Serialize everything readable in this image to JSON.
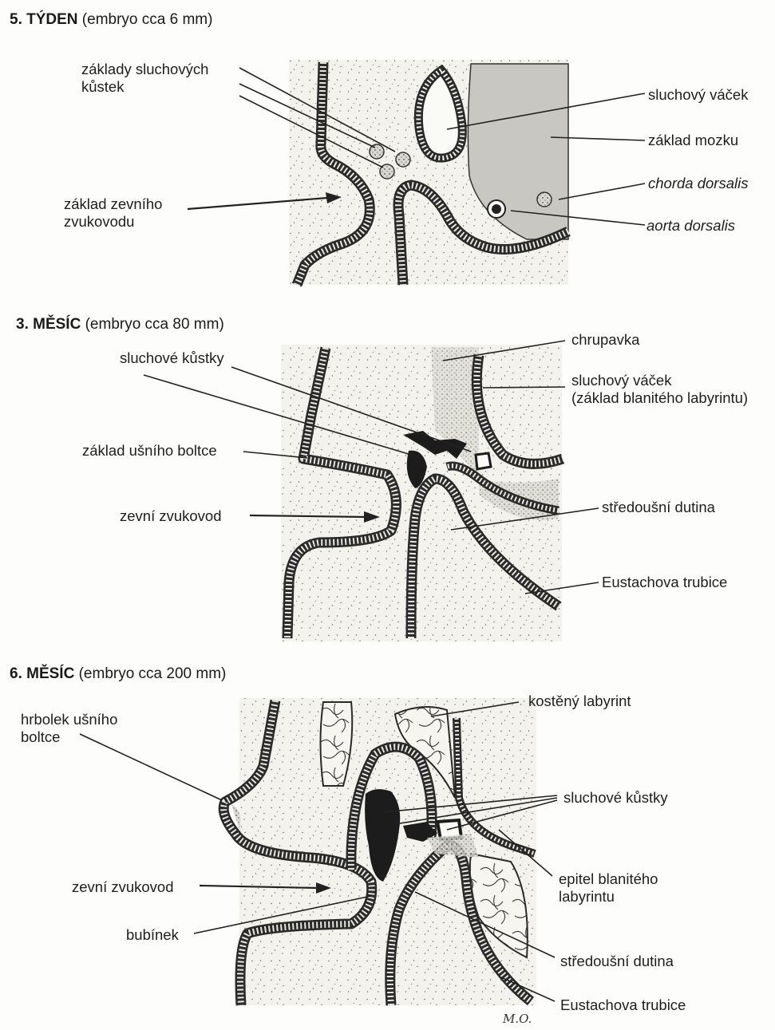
{
  "panels": [
    {
      "title_bold": "5. TÝDEN",
      "title_rest": " (embryo cca 6 mm)",
      "labels": {
        "ossicle_bases": [
          "základy sluchových",
          "kůstek"
        ],
        "outer_canal_base": [
          "základ zevního",
          "zvukovodu"
        ],
        "otic_vesicle": "sluchový váček",
        "brain_base": "základ mozku",
        "chorda": "chorda dorsalis",
        "aorta": "aorta dorsalis"
      }
    },
    {
      "title_bold": "3. MĚSÍC",
      "title_rest": " (embryo cca 80 mm)",
      "labels": {
        "cartilage": "chrupavka",
        "ossicles": "sluchové kůstky",
        "otic_vesicle": [
          "sluchový váček",
          "(základ blanitého labyrintu)"
        ],
        "auricle_base": "základ ušního boltce",
        "ext_canal": "zevní zvukovod",
        "middle_ear": "středoušní dutina",
        "eustachian": "Eustachova trubice"
      }
    },
    {
      "title_bold": "6. MĚSÍC",
      "title_rest": " (embryo cca 200 mm)",
      "labels": {
        "bony_labyrinth": "kostěný labyrint",
        "tubercle": [
          "hrbolek ušního",
          "boltce"
        ],
        "ossicles": "sluchové kůstky",
        "epithelium": [
          "epitel blanitého",
          "labyrintu"
        ],
        "ext_canal": "zevní zvukovod",
        "eardrum": "bubínek",
        "middle_ear": "středoušní dutina",
        "eustachian": "Eustachova trubice"
      }
    }
  ],
  "signature": "M.O.",
  "colors": {
    "line": "#2a2a2a",
    "tissue": "#f1f0ea",
    "epithelium": "#9a9a96",
    "brain": "#c9c9c4",
    "ossicle": "#1c1c1c"
  }
}
